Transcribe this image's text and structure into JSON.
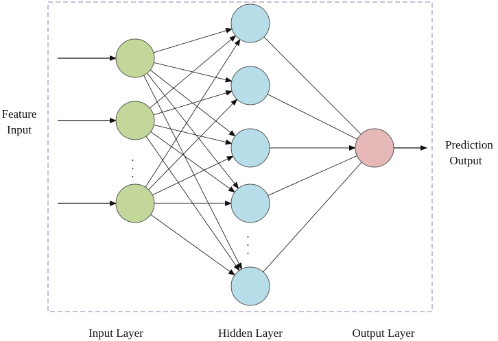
{
  "left_label": [
    "Feature",
    "Input"
  ],
  "right_label": [
    "Prediction",
    "Output"
  ],
  "layers": [
    {
      "label": "Input Layer",
      "visible_neurons": 3,
      "color": "#c4d79b"
    },
    {
      "label": "Hidden Layer",
      "visible_neurons": 5,
      "color": "#b7dde8"
    },
    {
      "label": "Output Layer",
      "visible_neurons": 1,
      "color": "#e6b9b8"
    }
  ],
  "ellipsis": "...",
  "colors": {
    "neuron_stroke": "#555555",
    "connection": "#222222",
    "frame": "#b3a9cf"
  }
}
